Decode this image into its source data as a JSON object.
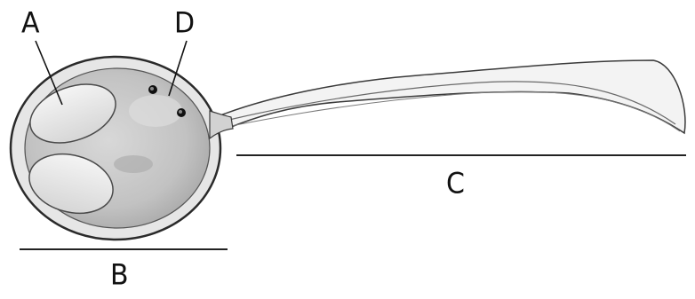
{
  "labels": {
    "a": "A",
    "b": "B",
    "c": "C",
    "d": "D"
  },
  "colors": {
    "outline": "#2a2a2a",
    "body_fill": "#c9c9c9",
    "plastid_fill": "#ececec",
    "eye_dot": "#111111",
    "flagellum": "#555555"
  }
}
